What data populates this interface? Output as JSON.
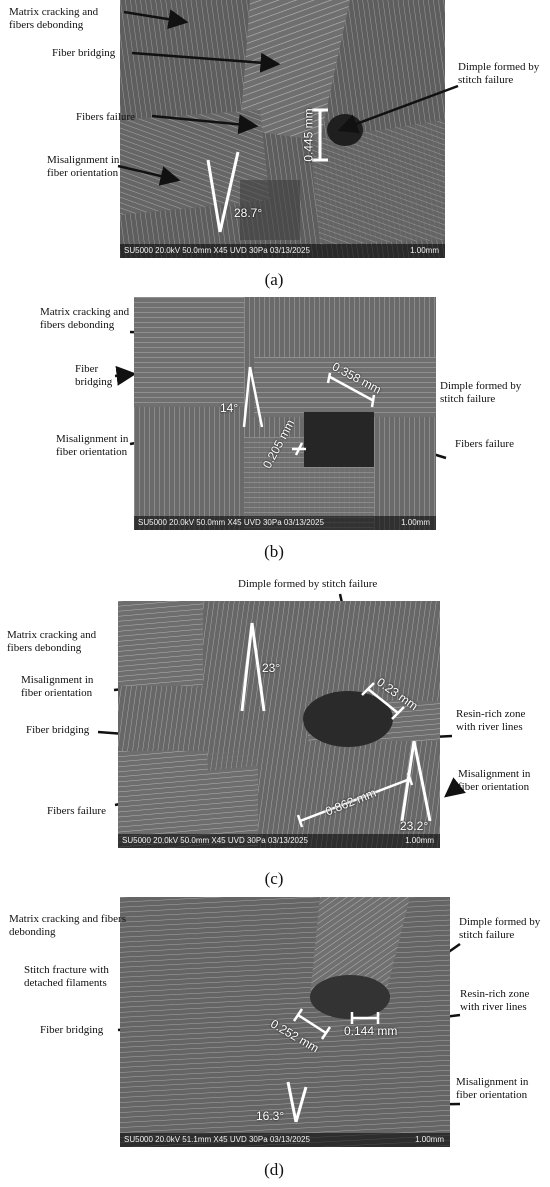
{
  "panels": [
    {
      "caption": "(a)",
      "sem_info": "SU5000 20.0kV 50.0mm X45 UVD 30Pa 03/13/2025",
      "scale": "1.00mm",
      "annotations": [
        "Matrix cracking and fibers debonding",
        "Fiber bridging",
        "Fibers failure",
        "Misalignment in fiber orientation",
        "Dimple formed by stitch failure"
      ],
      "measurements": [
        "0.445 mm",
        "28.7°"
      ]
    },
    {
      "caption": "(b)",
      "sem_info": "SU5000 20.0kV 50.0mm X45 UVD 30Pa 03/13/2025",
      "scale": "1.00mm",
      "annotations": [
        "Matrix cracking and fibers debonding",
        "Fiber bridging",
        "Misalignment in fiber orientation",
        "Dimple formed by stitch failure",
        "Fibers failure"
      ],
      "measurements": [
        "0.358 mm",
        "0.205 mm",
        "14°"
      ]
    },
    {
      "caption": "(c)",
      "sem_info": "SU5000 20.0kV 50.0mm X45 UVD 30Pa 03/13/2025",
      "scale": "1.00mm",
      "annotations": [
        "Dimple formed by stitch failure",
        "Matrix cracking and fibers debonding",
        "Misalignment in fiber orientation",
        "Fiber bridging",
        "Fibers failure",
        "Resin-rich zone with river lines",
        "Misalignment in fiber orientation"
      ],
      "measurements": [
        "23°",
        "0.23 mm",
        "0.862 mm",
        "23.2°"
      ]
    },
    {
      "caption": "(d)",
      "sem_info": "SU5000 20.0kV 51.1mm X45 UVD 30Pa 03/13/2025",
      "scale": "1.00mm",
      "annotations": [
        "Matrix cracking and fibers debonding",
        "Stitch fracture with detached filaments",
        "Fiber bridging",
        "Dimple formed by stitch failure",
        "Resin-rich zone with river lines",
        "Misalignment in fiber orientation"
      ],
      "measurements": [
        "0.252 mm",
        "0.144 mm",
        "16.3°"
      ]
    }
  ]
}
